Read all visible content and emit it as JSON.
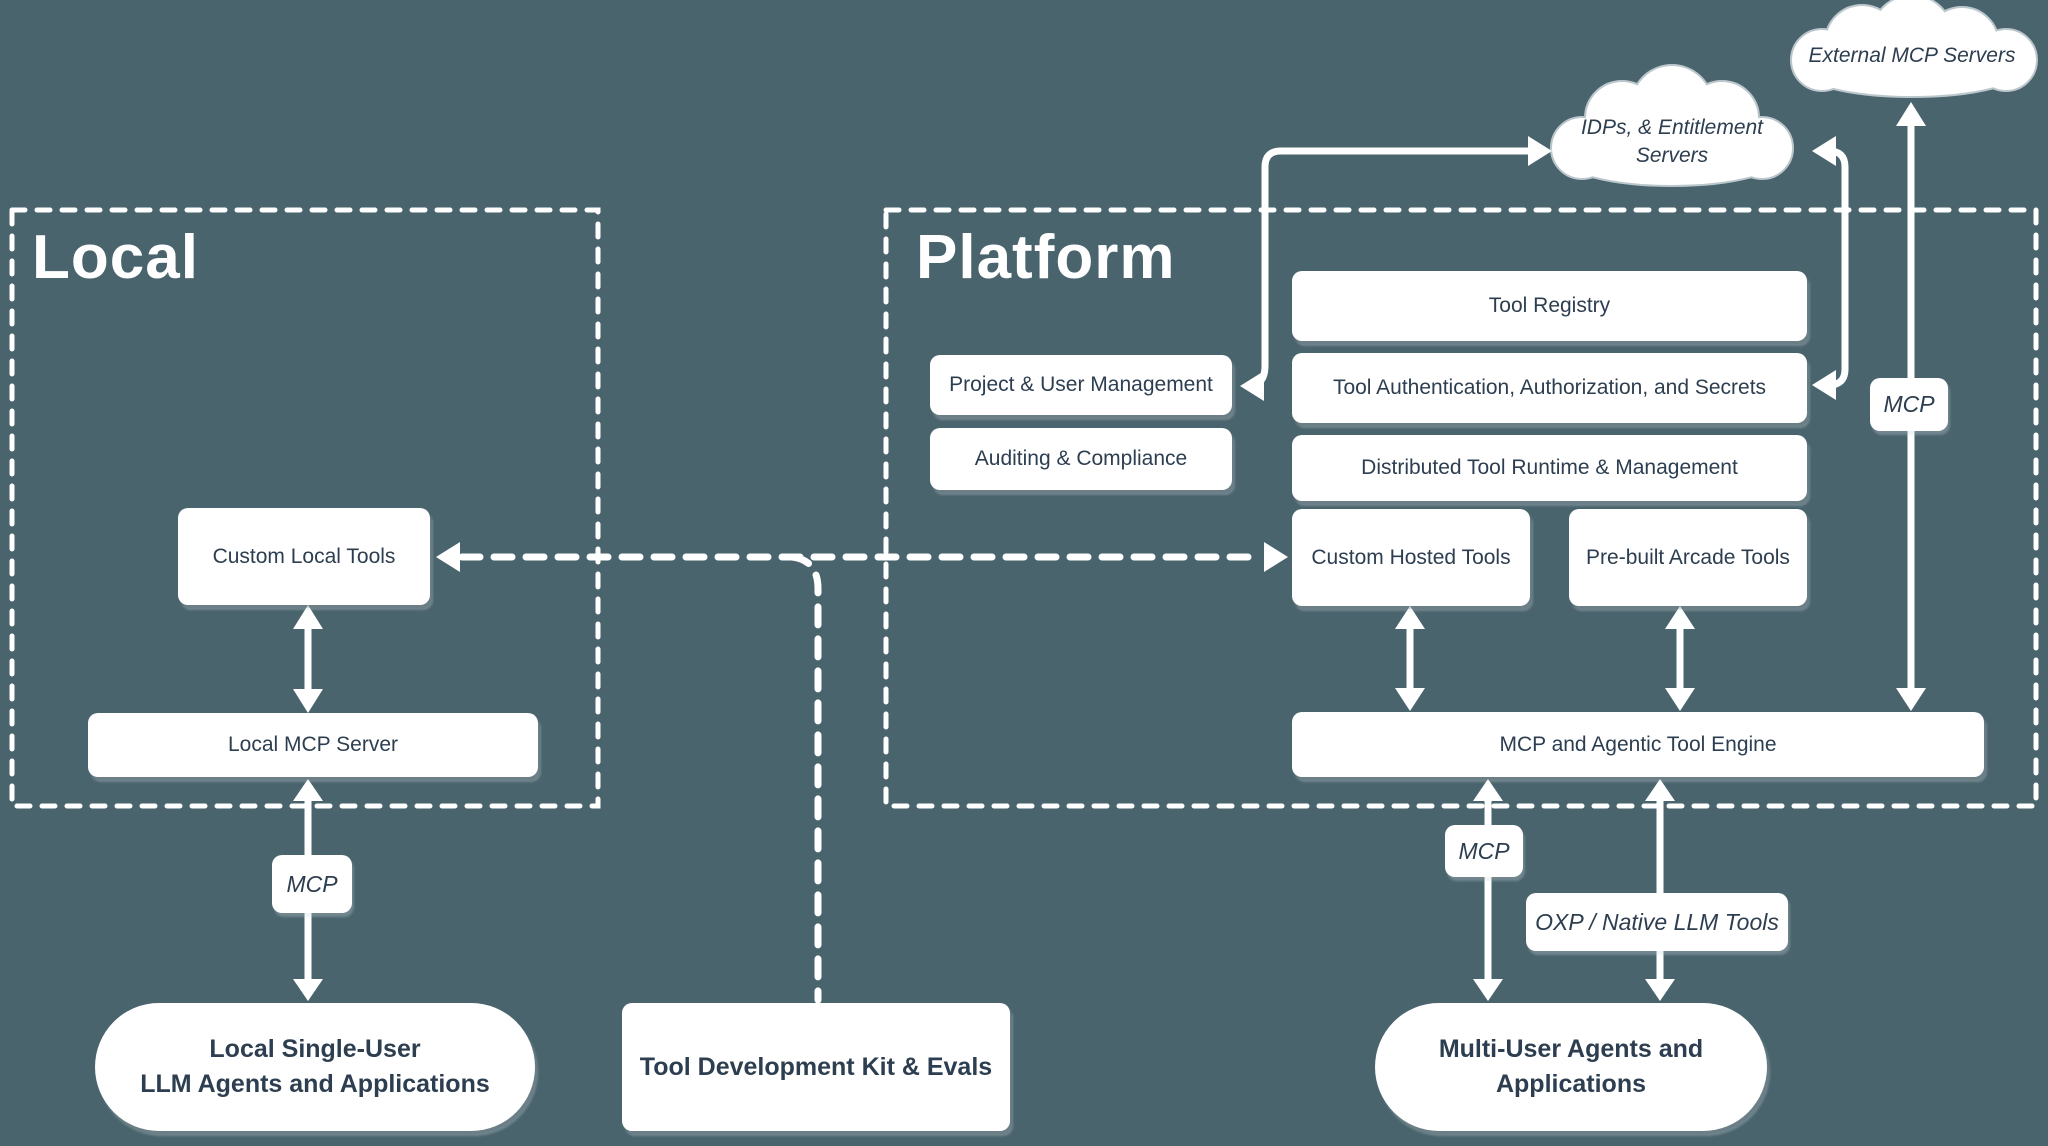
{
  "colors": {
    "background": "#4A646E",
    "box_fill": "#FFFFFF",
    "box_text": "#2D3E50",
    "line": "#FFFFFF"
  },
  "local": {
    "title": "Local",
    "custom_local_tools": "Custom Local Tools",
    "local_mcp_server": "Local MCP Server"
  },
  "platform": {
    "title": "Platform",
    "project_user_management": "Project & User Management",
    "auditing_compliance": "Auditing & Compliance",
    "tool_registry": "Tool Registry",
    "tool_auth_secrets": "Tool Authentication, Authorization, and Secrets",
    "distributed_runtime": "Distributed Tool Runtime & Management",
    "custom_hosted_tools": "Custom Hosted Tools",
    "prebuilt_arcade_tools": "Pre-built Arcade Tools",
    "mcp_engine": "MCP and Agentic Tool Engine"
  },
  "clouds": {
    "external_mcp": "External MCP Servers",
    "idp_line1": "IDPs, & Entitlement",
    "idp_line2": "Servers"
  },
  "nodes": {
    "tool_dev_kit": "Tool Development Kit & Evals",
    "local_agents_line1": "Local Single-User",
    "local_agents_line2": "LLM Agents and Applications",
    "multi_user_line1": "Multi-User Agents and",
    "multi_user_line2": "Applications"
  },
  "edge_labels": {
    "local_mcp": "MCP",
    "platform_mcp": "MCP",
    "external_mcp": "MCP",
    "oxp": "OXP / Native LLM Tools"
  }
}
